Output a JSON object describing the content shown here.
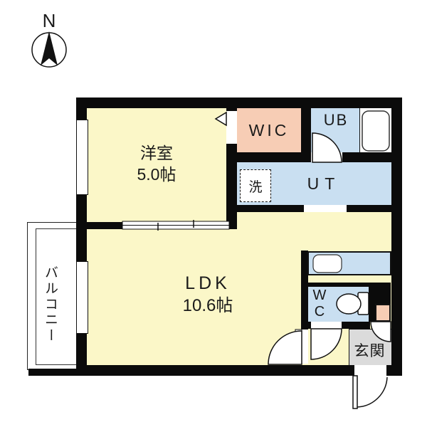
{
  "colors": {
    "wall": "#0b0b0b",
    "room-yellow": "#fbf7c8",
    "room-blue": "#c9dff1",
    "room-pink": "#f7cdb5",
    "room-gray": "#dbdbdb",
    "line": "#1a1a1a"
  },
  "compass": {
    "north_label": "N"
  },
  "rooms": {
    "bedroom": {
      "name": "洋室",
      "size": "5.0帖"
    },
    "wic": {
      "label": "WIC"
    },
    "bath": {
      "label": "UB"
    },
    "utility": {
      "label": "UT"
    },
    "washer": {
      "label": "洗"
    },
    "ldk": {
      "name": "LDK",
      "size": "10.6帖"
    },
    "toilet": {
      "letter1": "W",
      "letter2": "C"
    },
    "entrance": {
      "label": "玄関"
    },
    "balcony": {
      "label": "バルコニー"
    }
  }
}
